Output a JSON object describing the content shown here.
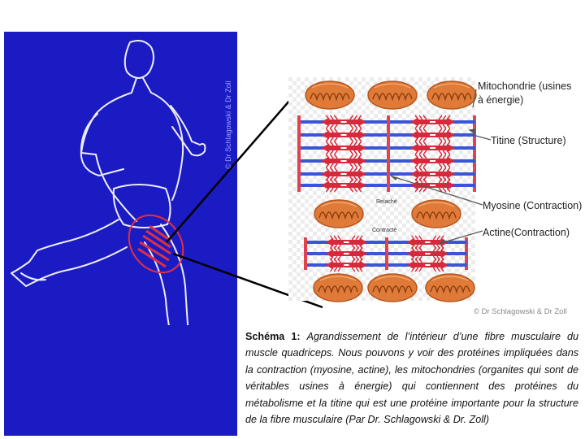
{
  "labels": {
    "mitochondria": "Mitochondrie (usines à énergie)",
    "titin": "Titine (Structure)",
    "myosin": "Myosine (Contraction)",
    "actin": "Actine(Contraction)",
    "relaxed": "Relaché",
    "contracted": "Contracté"
  },
  "copyright": {
    "bottom": "© Dr Schlagowski & Dr Zoll",
    "vertical": "© Dr Schlagowski & Dr Zoll"
  },
  "caption": {
    "title": "Schéma 1:",
    "text": "Agrandissement de l’intérieur d’une fibre musculaire du muscle quadriceps.  Nous pouvons y voir des protéines impliquées dans la contraction (myosine, actine), les mitochondries (organites qui sont de véritables usines à énergie) qui contiennent des protéines du métabolisme et la titine qui est une protéine importante pour la structure de la fibre musculaire (Par Dr. Schlagowski & Dr. Zoll)"
  },
  "colors": {
    "panel_blue": "#1b1bc4",
    "myosin_red": "#d62a3c",
    "actin_blue": "#3a55d6",
    "mito_orange": "#e07a38",
    "z_disc": "#e0424f"
  }
}
